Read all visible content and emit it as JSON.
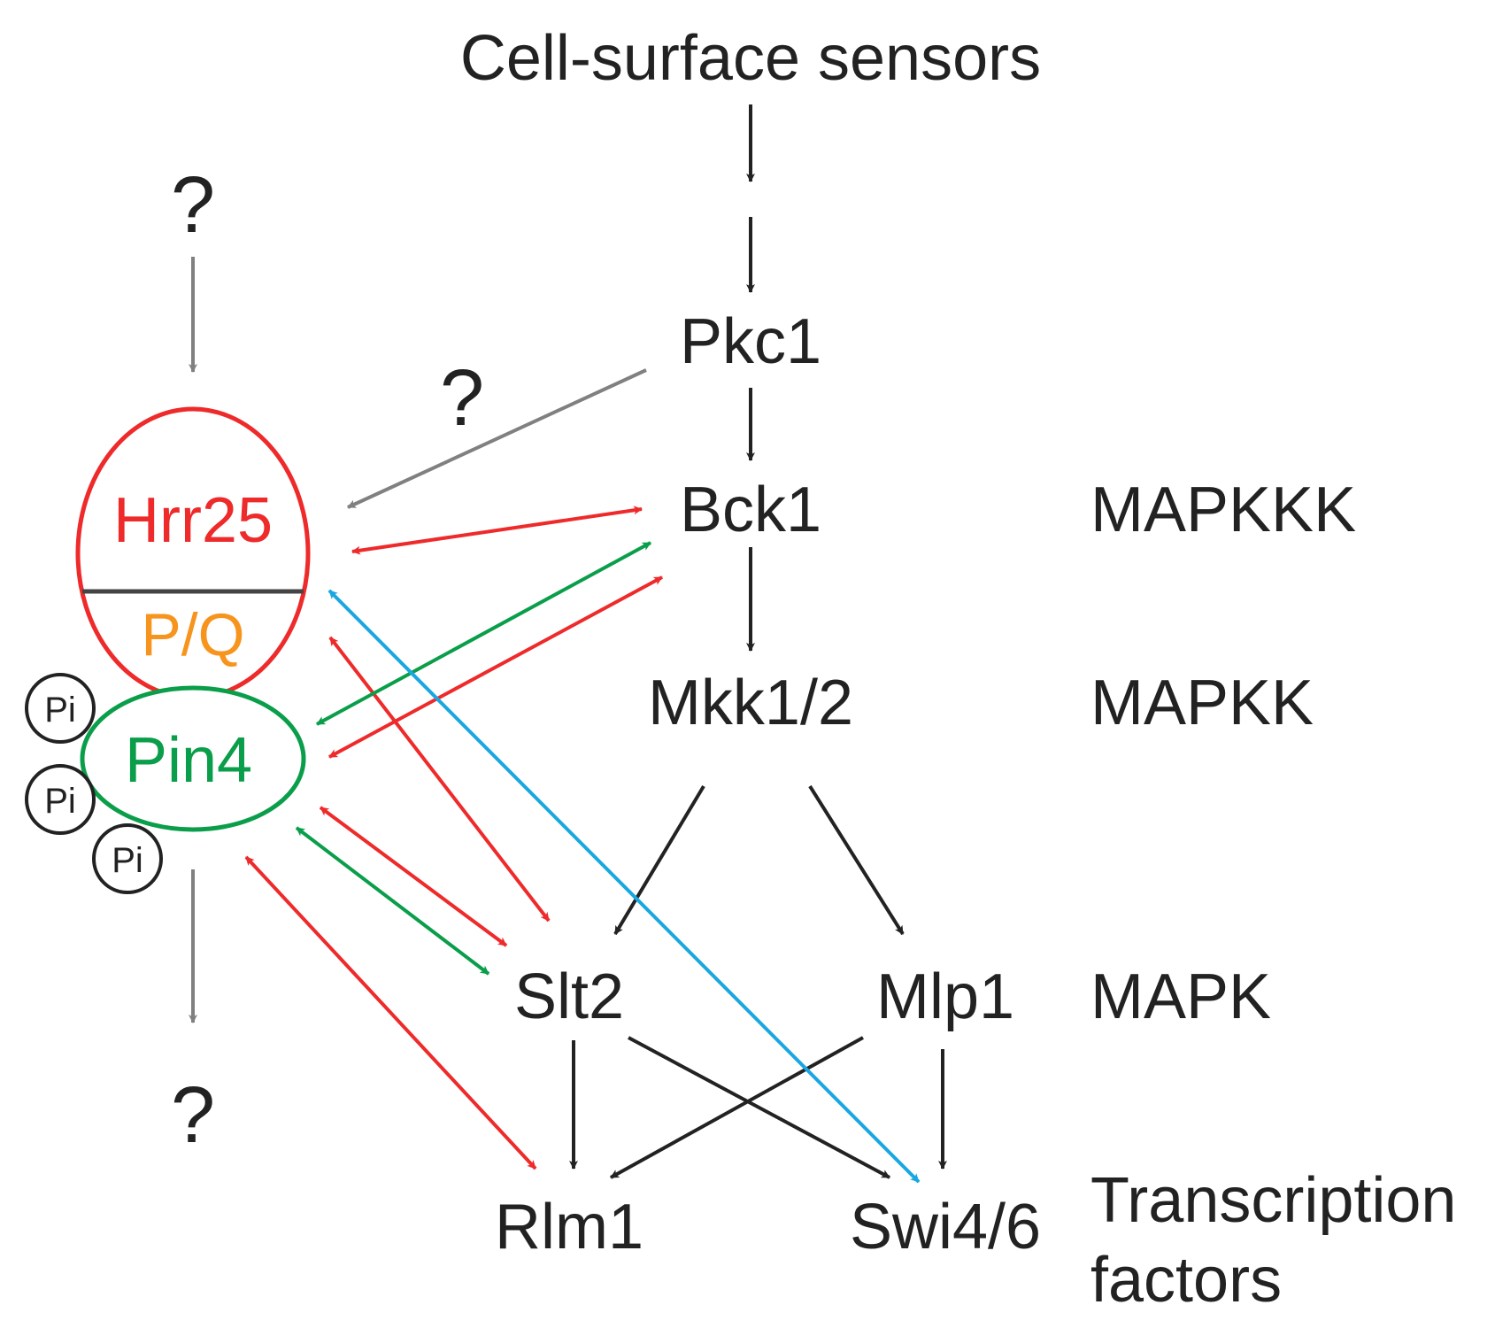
{
  "nodes": {
    "sensors": "Cell-surface sensors",
    "pkc1": "Pkc1",
    "bck1": "Bck1",
    "mkk": "Mkk1/2",
    "slt2": "Slt2",
    "mlp1": "Mlp1",
    "rlm1": "Rlm1",
    "swi": "Swi4/6",
    "hrr25": "Hrr25",
    "pq": "P/Q",
    "pin4": "Pin4"
  },
  "levels": {
    "mapkkk": "MAPKKK",
    "mapkk": "MAPKK",
    "mapk": "MAPK",
    "tf_line1": "Transcription",
    "tf_line2": "factors"
  },
  "unknowns": {
    "top": "?",
    "pkc1_link": "?",
    "bottom": "?"
  },
  "phospho_label": "Pi",
  "colors": {
    "activation": "#222222",
    "unknown_link": "#808080",
    "hrr25": "#ee2a2a",
    "pq_domain": "#f7941d",
    "pin4": "#0a9e4a",
    "hrr25_interaction": "#ee2a2a",
    "pin4_interaction": "#0a9e4a",
    "swi_interaction": "#1aa7e0"
  }
}
